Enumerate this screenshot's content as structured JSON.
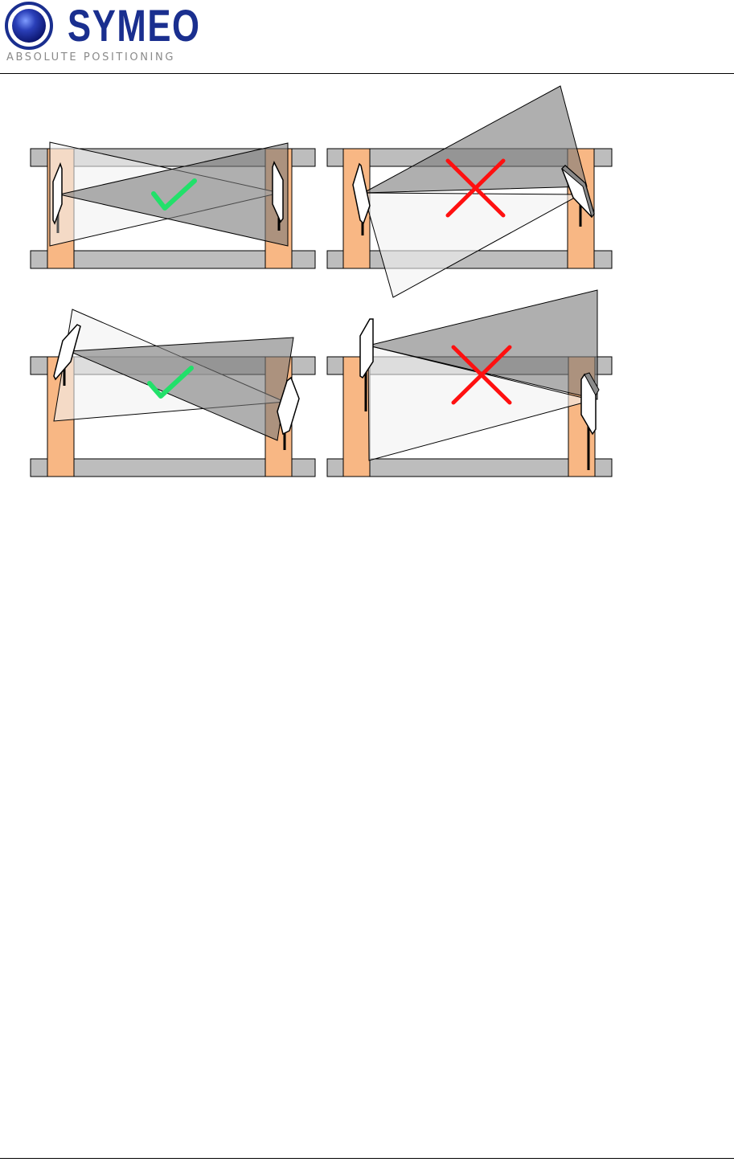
{
  "header": {
    "brand_name": "SYMEO",
    "tagline": "ABSOLUTE POSITIONING"
  },
  "colors": {
    "brand_blue": "#1a2f8f",
    "rail_gray": "#bdbdbd",
    "post_orange": "#f8b784",
    "beam_dark": "#808080",
    "check_green": "#22e06a",
    "cross_red": "#ff1010"
  },
  "figure": {
    "panels": [
      {
        "id": "top-left",
        "result": "check"
      },
      {
        "id": "top-right",
        "result": "cross"
      },
      {
        "id": "bottom-left",
        "result": "check"
      },
      {
        "id": "bottom-right",
        "result": "cross"
      }
    ]
  }
}
